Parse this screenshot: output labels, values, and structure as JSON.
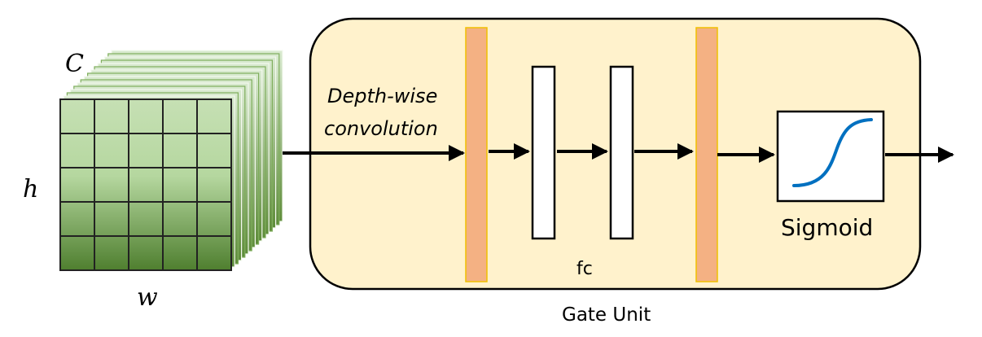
{
  "feature_map": {
    "channel_label": "C",
    "height_label": "h",
    "width_label": "w",
    "grid_rows": 5,
    "grid_cols": 5,
    "stack_layers": 15,
    "colors": {
      "top": "#c6e0b4",
      "bottom": "#548235",
      "layer_light": "#a9d08e",
      "line": "#222222"
    }
  },
  "gate_unit": {
    "title": "Gate Unit",
    "container_fill": "#fff2cc",
    "operation_label_line1": "Depth-wise",
    "operation_label_line2": "convolution",
    "pooled_vector_color": "#f4b183",
    "pooled_vector_border": "#f0c000",
    "fc_label": "fc",
    "sigmoid_label": "Sigmoid",
    "sigmoid_curve_color": "#0070c0"
  }
}
